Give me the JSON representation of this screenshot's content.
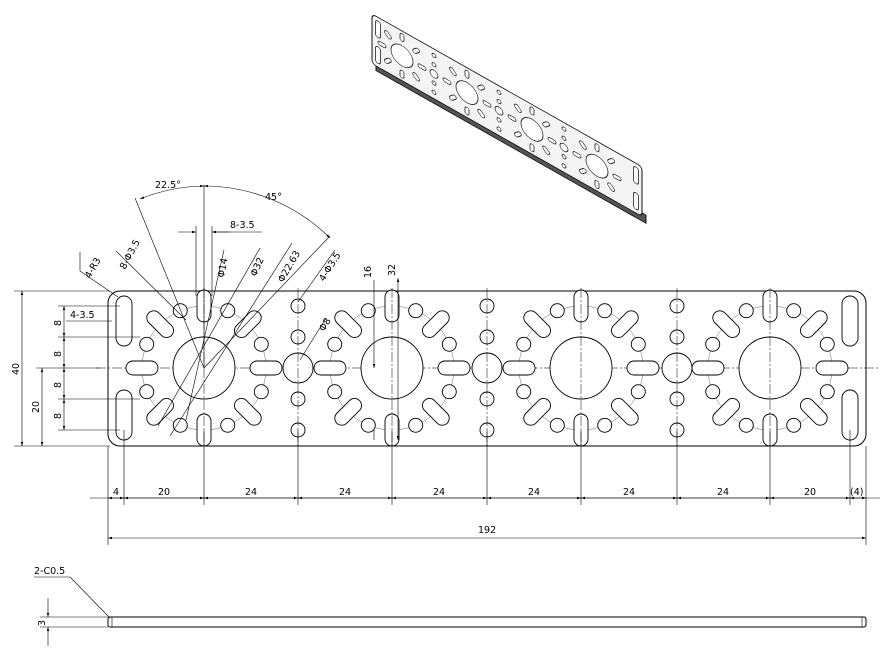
{
  "drawing": {
    "background": "#ffffff",
    "line_color": "#000000",
    "views": [
      "isometric-view",
      "top-view",
      "side-view"
    ],
    "side_view": {
      "chamfer_label": "2-C0.5",
      "thickness_label": "3"
    },
    "top_view": {
      "overall_length": "192",
      "overall_height": "40",
      "height_dims": [
        "40",
        "20"
      ],
      "vertical_stack_dims": [
        "8",
        "8",
        "8",
        "8"
      ],
      "slot_dim": "4-3.5",
      "bottom_dims": [
        "4",
        "20",
        "24",
        "24",
        "24",
        "24",
        "24",
        "24",
        "20",
        "(4)"
      ],
      "corner_radius": "4-R3",
      "hole_callout_a": "8-Φ3.5",
      "hole_callout_b": "4-Φ3.5",
      "diameter_14": "Φ14",
      "diameter_32": "Φ32",
      "diameter_22_63": "Φ22.63",
      "diameter_8": "Φ8",
      "slot_width": "8-3.5",
      "angle_22_5": "22.5°",
      "angle_45": "45°",
      "dim_16": "16",
      "dim_32": "32"
    }
  }
}
